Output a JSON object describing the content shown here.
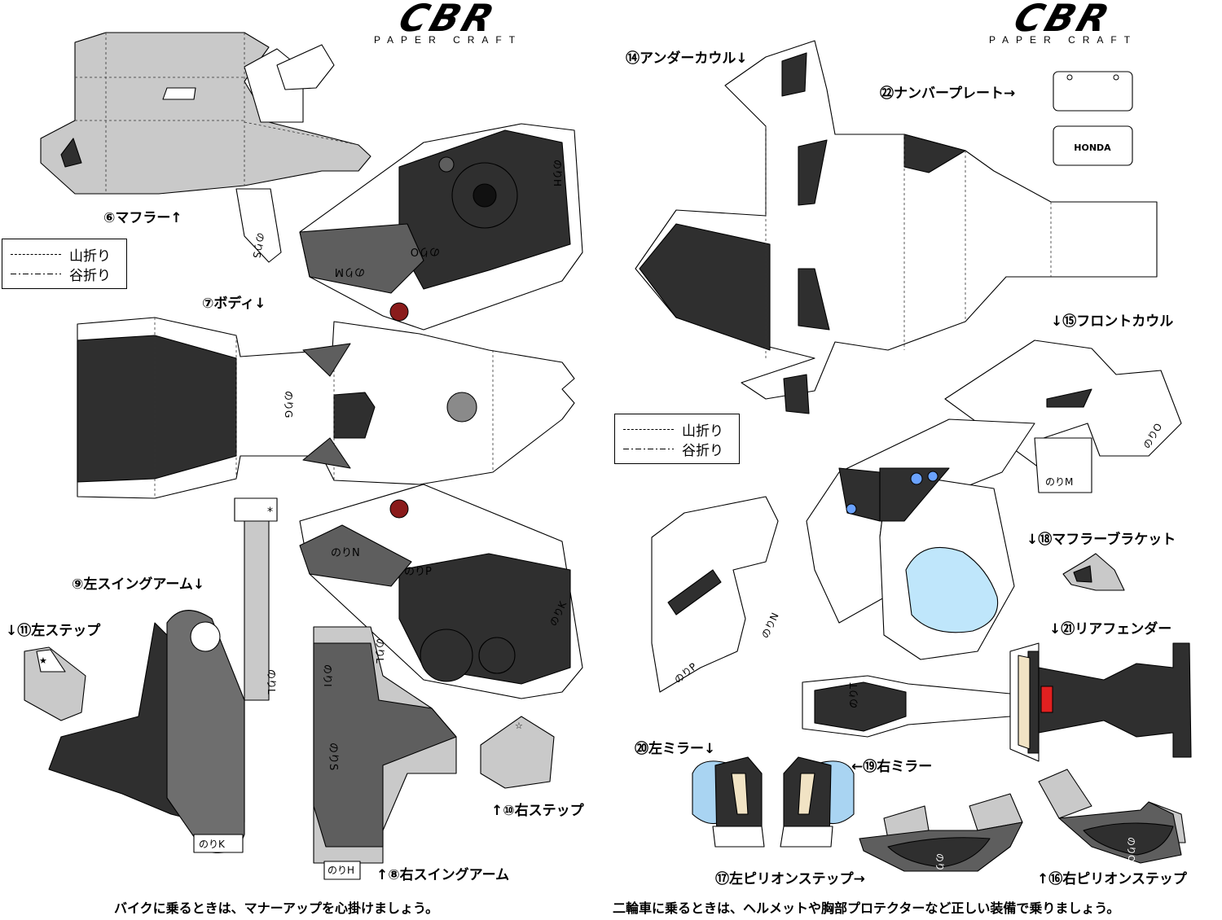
{
  "brand": {
    "logo_text": "CBR",
    "subtitle": "PAPER CRAFT"
  },
  "legend": {
    "mountain_fold": "山折り",
    "valley_fold": "谷折り"
  },
  "parts": {
    "muffler": "⑥マフラー↑",
    "body": "⑦ボディ↓",
    "right_swingarm": "↑⑧右スイングアーム",
    "left_swingarm": "⑨左スイングアーム↓",
    "right_step": "↑⑩右ステップ",
    "left_step": "↓⑪左ステップ",
    "under_cowl": "⑭アンダーカウル↓",
    "front_cowl": "↓⑮フロントカウル",
    "right_pillion_step": "↑⑯右ピリオンステップ",
    "left_pillion_step": "⑰左ピリオンステップ→",
    "muffler_bracket": "↓⑱マフラーブラケット",
    "right_mirror": "←⑲右ミラー",
    "left_mirror": "⑳左ミラー↓",
    "rear_fender": "↓㉑リアフェンダー",
    "number_plate": "㉒ナンバープレート→"
  },
  "glue_tabs": {
    "S": "のりS",
    "M": "のりM",
    "O": "のりO",
    "G": "のりG",
    "N": "のりN",
    "P": "のりP",
    "K": "のりK",
    "H": "のりH",
    "L": "のりL",
    "I": "のりI",
    "R": "のりR",
    "T": "のりT"
  },
  "plate_text": "HONDA",
  "footer": {
    "left": "バイクに乗るときは、マナーアップを心掛けましょう。",
    "right": "二輪車に乗るときは、ヘルメットや胸部プロテクターなど正しい装備で乗りましょう。"
  },
  "colors": {
    "dark": "#2f2f2f",
    "mid": "#5e5e5e",
    "light": "#c9c9c9",
    "visor": "#bfe6fb",
    "mirror": "#a9d4f2",
    "tail_red": "#e02020",
    "cream": "#f1e3c4"
  }
}
